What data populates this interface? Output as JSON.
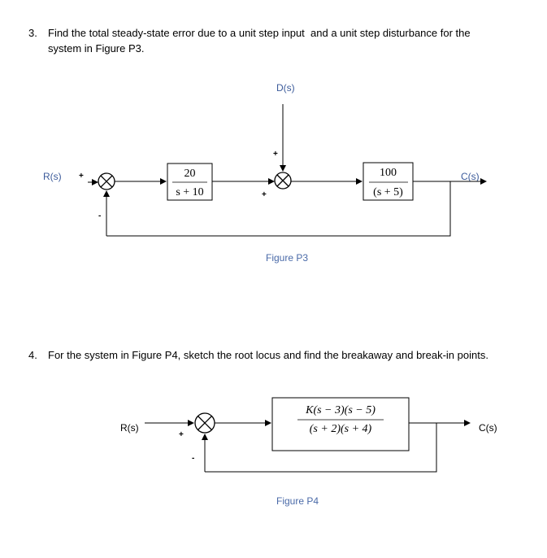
{
  "problem3": {
    "number": "3.",
    "text_line1": "Find the total steady-state error due to a unit step input  and a unit step disturbance for the",
    "text_line2": "system in Figure P3."
  },
  "figure_p3": {
    "disturbance_label": "D(s)",
    "input_label": "R(s)",
    "output_label": "C(s)",
    "block1_num": "20",
    "block1_den": "s + 10",
    "block2_num": "100",
    "block2_den": "(s + 5)",
    "sum1_in_sign": "+",
    "sum1_fb_sign": "-",
    "sum2_top_sign": "+",
    "sum2_left_sign": "+",
    "caption": "Figure P3"
  },
  "problem4": {
    "number": "4.",
    "text": "For the system in Figure P4, sketch the root locus and find the breakaway and break-in points."
  },
  "figure_p4": {
    "input_label": "R(s)",
    "output_label": "C(s)",
    "block_num": "K(s − 3)(s − 5)",
    "block_den": "(s + 2)(s + 4)",
    "sum_in_sign": "+",
    "sum_fb_sign": "-",
    "caption": "Figure P4"
  },
  "colors": {
    "label_blue": "#3b5a9a",
    "caption_blue": "#4a6aa8"
  }
}
